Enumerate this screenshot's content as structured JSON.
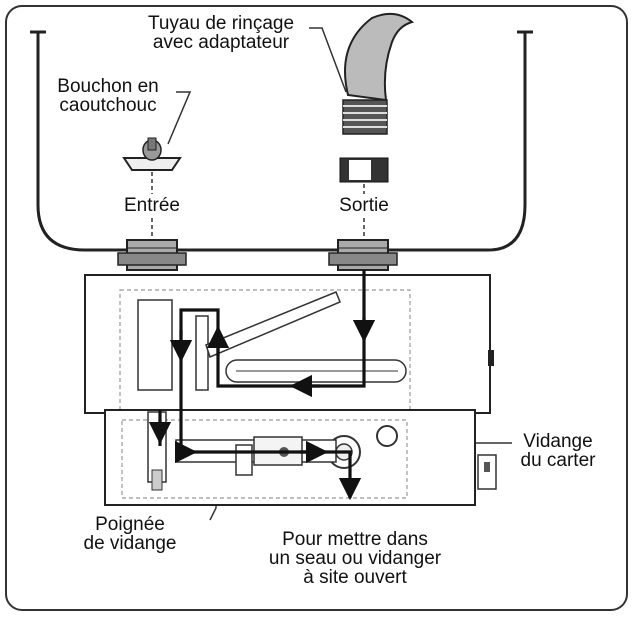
{
  "figure": {
    "labels": {
      "rinse_hose": [
        "Tuyau de rinçage",
        "avec adaptateur"
      ],
      "rubber_plug": [
        "Bouchon en",
        "caoutchouc"
      ],
      "inlet": "Entrée",
      "outlet": "Sortie",
      "crankcase_drain": [
        "Vidange",
        "du carter"
      ],
      "drain_handle": [
        "Poignée",
        "de vidange"
      ],
      "disposal_note": [
        "Pour mettre dans",
        "un seau ou vidanger",
        "à site ouvert"
      ]
    },
    "colors": {
      "line": "#111111",
      "panel_border": "#222222",
      "dashed": "#999999",
      "background": "#ffffff"
    }
  }
}
